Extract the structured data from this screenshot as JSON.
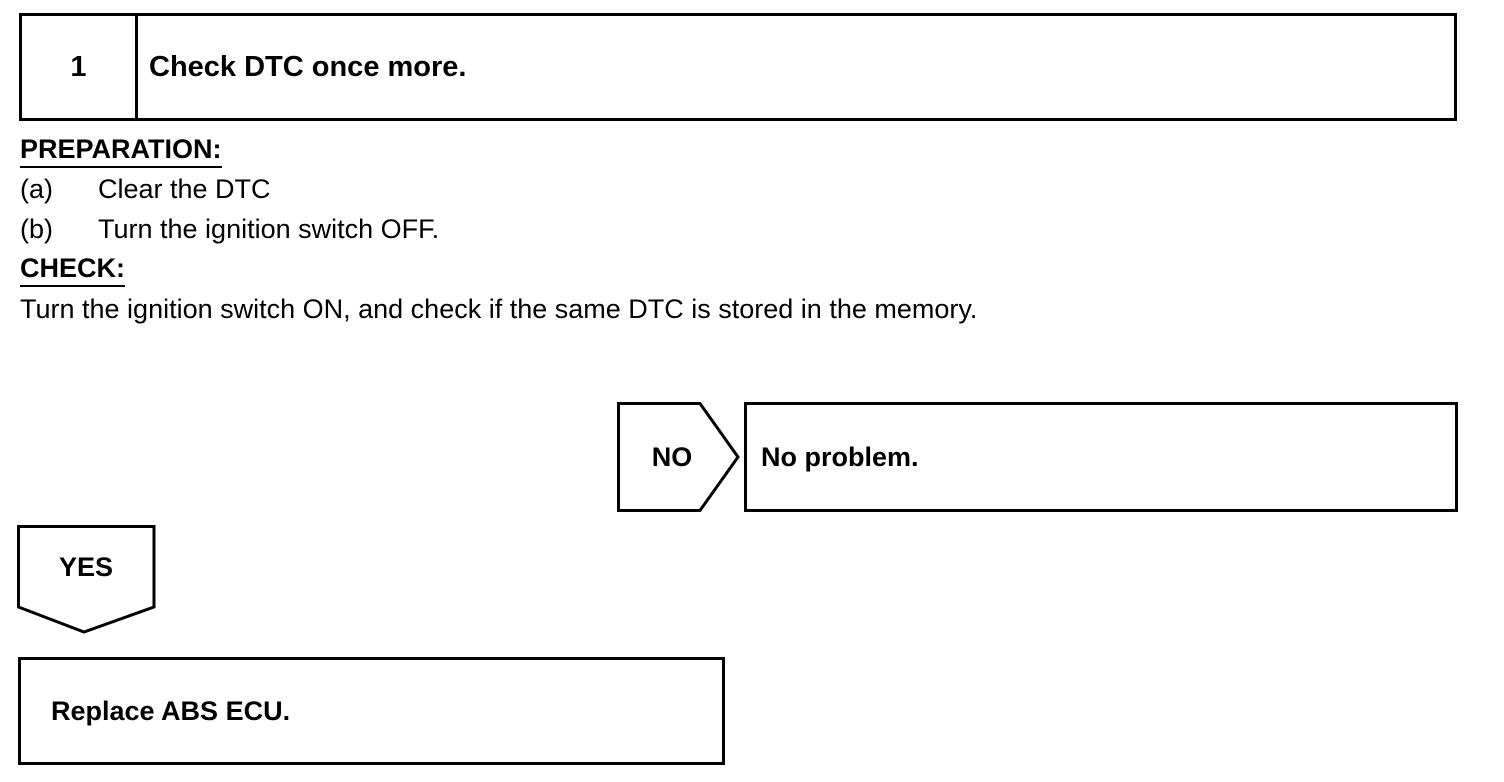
{
  "step": {
    "number": "1",
    "title": "Check DTC once more."
  },
  "preparation": {
    "heading": "PREPARATION:",
    "items": [
      {
        "marker": "(a)",
        "text": "Clear the DTC"
      },
      {
        "marker": "(b)",
        "text": "Turn the ignition switch OFF."
      }
    ]
  },
  "check": {
    "heading": "CHECK:",
    "text": "Turn the ignition switch ON, and check if the same DTC is stored in the memory."
  },
  "no_branch": {
    "label": "NO",
    "result": "No problem."
  },
  "yes_branch": {
    "label": "YES",
    "result": "Replace ABS ECU."
  }
}
